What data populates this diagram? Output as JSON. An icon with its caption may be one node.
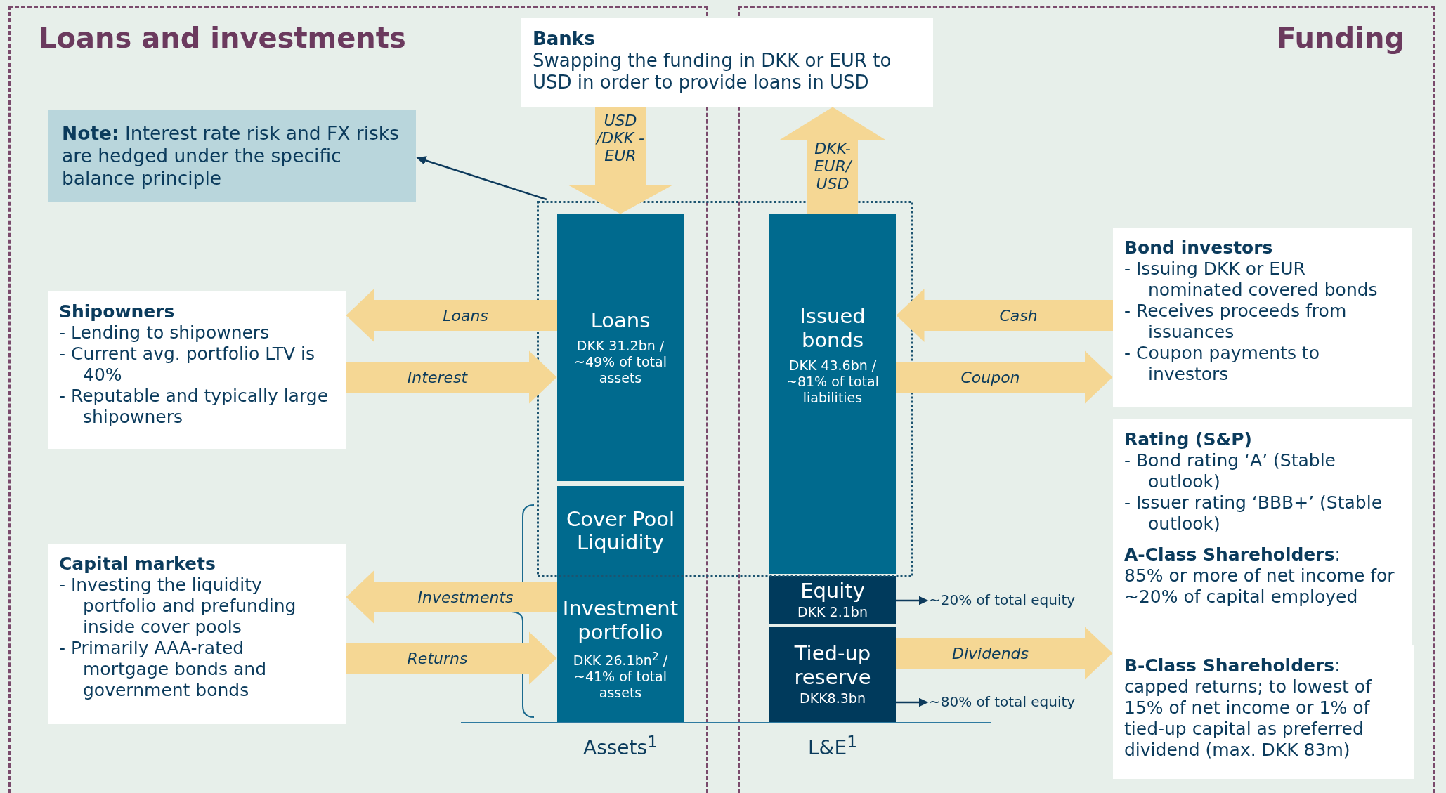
{
  "diagram": {
    "nodes": [
      {
        "text": [
          "Loans and investments"
        ]
      },
      {
        "text": [
          "Funding"
        ]
      },
      {
        "text": [
          "Banks",
          "Swapping the funding in DKK or EUR to USD in order to provide loans in USD"
        ]
      },
      {
        "text": [
          "**Note:** Interest rate risk and FX risks are hedged under the specific balance principle"
        ],
        "in": 0
      },
      {
        "text": [
          "Loans",
          "DKK 31.2bn / ~49% of total assets"
        ],
        "in": 0
      },
      {
        "text": [
          "Cover Pool Liquidity"
        ],
        "in": 0
      },
      {
        "text": [
          "Investment portfolio",
          "DKK 26.1bn$^{2}$ / ~41% of total assets"
        ],
        "in": 0
      },
      {
        "text": [
          "Issued bonds",
          "DKK 43.6bn / ~81% of total liabilities"
        ],
        "in": 1
      },
      {
        "text": [
          "Equity",
          "DKK 2.1bn"
        ],
        "in": 1
      },
      {
        "text": [
          "Tied-up reserve",
          "DKK8.3bn"
        ],
        "in": 1
      },
      {
        "text": [
          "Shipowners",
          "- Lending to shipowners",
          "- Current avg. portfolio LTV is 40%",
          "- Reputable and typically large shipowners"
        ],
        "in": 0
      },
      {
        "text": [
          "Capital markets",
          "- Investing the liquidity portfolio and prefunding inside cover pools",
          "- Primarily AAA-rated mortgage bonds and government bonds"
        ],
        "in": 0
      },
      {
        "text": [
          "Bond investors",
          "- Issuing DKK or EUR nominated covered bonds",
          "- Receives proceeds from issuances",
          "- Coupon payments to investors"
        ],
        "in": 1
      },
      {
        "text": [
          "Rating (S&P)",
          "- Bond rating ‘A’ (Stable outlook)",
          "- Issuer rating ‘BBB+’ (Stable outlook)",
          "**A-Class Shareholders**:",
          "85% or more of net income for ~20% of capital employed"
        ],
        "in": 1
      },
      {
        "text": [
          "**B-Class Shareholders**:",
          "capped returns; to lowest of 15% of net income or 1% of tied-up capital as preferred dividend (max. DKK 83m)"
        ],
        "in": 1
      },
      {
        "text": [
          "~20% of total equity"
        ],
        "in": 1
      },
      {
        "text": [
          "~80% of total equity"
        ],
        "in": 1
      }
    ],
    "edges": [
      {
        "from": null,
        "to": 3,
        "arrow": "to",
        "color": "#0d3a5c"
      },
      {
        "from": 4,
        "to": 10,
        "arrow": "to",
        "label": "Loans"
      },
      {
        "from": 10,
        "to": 4,
        "arrow": "to",
        "label": "Interest"
      },
      {
        "from": 6,
        "to": 11,
        "arrow": "to",
        "label": "Investments"
      },
      {
        "from": 11,
        "to": 6,
        "arrow": "to",
        "label": "Returns"
      },
      {
        "from": 12,
        "to": 7,
        "arrow": "to",
        "label": "Cash"
      },
      {
        "from": 7,
        "to": 12,
        "arrow": "to",
        "label": "Coupon"
      },
      {
        "from": 9,
        "to": 14,
        "arrow": "to",
        "label": "Dividends"
      },
      {
        "from": 2,
        "to": 4,
        "arrow": "to",
        "label": "USD /DKK -EUR"
      },
      {
        "from": 7,
        "to": 2,
        "arrow": "to",
        "label": "DKK- EUR/ USD"
      },
      {
        "from": 8,
        "to": 15,
        "arrow": "to",
        "color": "#0d3a5c"
      },
      {
        "from": 9,
        "to": 16,
        "arrow": "to",
        "color": "#0d3a5c"
      }
    ],
    "labels": [
      "Assets$^{1}$",
      "L&E$^{1}$"
    ]
  }
}
